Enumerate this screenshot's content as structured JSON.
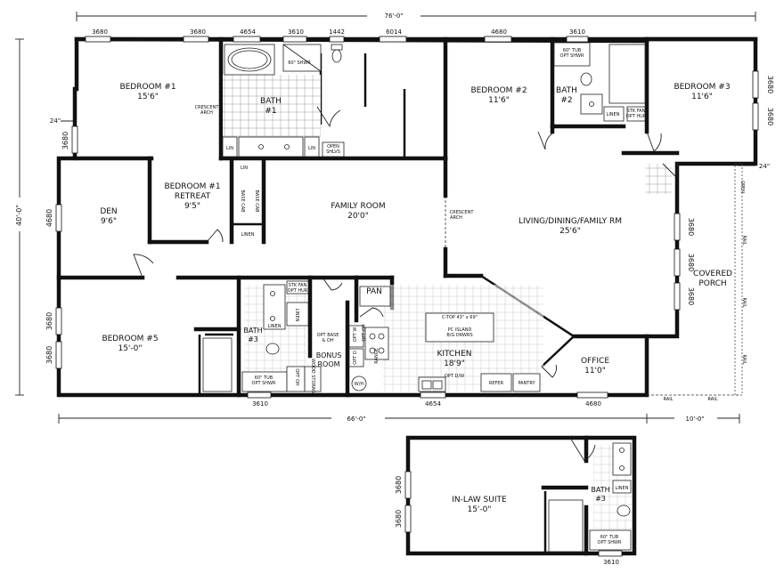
{
  "overall": {
    "width_top": "76'-0\"",
    "width_bottom": "66'-0\"",
    "porch_width": "10'-0\"",
    "depth": "40'-0\"",
    "offset_left": "24\"",
    "offset_right": "24\""
  },
  "windows": {
    "top": [
      "3680",
      "3680",
      "4654",
      "3610",
      "1442",
      "6014",
      "4680",
      "3610"
    ],
    "left": [
      "3680",
      "4680",
      "3680",
      "3680"
    ],
    "right": [
      "3680",
      "3680"
    ],
    "living_right": [
      "3680",
      "3680",
      "3680"
    ],
    "bottom": [
      "3610",
      "4654",
      "4680"
    ],
    "suite_left": [
      "3680",
      "3680"
    ],
    "suite_bottom": "3610"
  },
  "rooms": {
    "bedroom1": {
      "name": "BEDROOM #1",
      "size": "15'6\""
    },
    "bath1": {
      "name": "BATH",
      "num": "#1"
    },
    "bedroom2": {
      "name": "BEDROOM #2",
      "size": "11'6\""
    },
    "bath2": {
      "name": "BATH",
      "num": "#2"
    },
    "bedroom3": {
      "name": "BEDROOM #3",
      "size": "11'6\""
    },
    "den": {
      "name": "DEN",
      "size": "9'6\""
    },
    "retreat": {
      "name1": "BEDROOM #1",
      "name2": "RETREAT",
      "size": "9'5\""
    },
    "family": {
      "name": "FAMILY ROOM",
      "size": "20'0\""
    },
    "living": {
      "name": "LIVING/DINING/FAMILY RM",
      "size": "25'6\""
    },
    "porch": {
      "name1": "COVERED",
      "name2": "PORCH"
    },
    "bedroom5": {
      "name": "BEDROOM #5",
      "size": "15'-0\""
    },
    "bath3": {
      "name": "BATH",
      "num": "#3"
    },
    "bonus": {
      "name1": "BONUS",
      "name2": "ROOM"
    },
    "pan": {
      "name": "PAN"
    },
    "kitchen": {
      "name": "KITCHEN",
      "size": "18'9\""
    },
    "office": {
      "name": "OFFICE",
      "size": "11'0\""
    },
    "suite": {
      "name": "IN-LAW SUITE",
      "size": "15'-0\""
    },
    "suite_bath": {
      "name": "BATH",
      "num": "#3"
    }
  },
  "labels": {
    "crescent_arch_a": "CRESCENT",
    "crescent_arch_b": "ARCH",
    "open_shelves_a": "OPEN",
    "open_shelves_b": "SHLVS",
    "lin": "LIN",
    "linen": "LINEN",
    "tub_60_a": "60\" TUB",
    "tub_60_b": "OPT SHWR",
    "shower_60": "60\" SHWR",
    "fan_a": "STK FAN",
    "fan_b": "OPT HUR",
    "base_cab": "BASE CAB",
    "opt_base_a": "OPT BASE",
    "opt_base_b": "& OH",
    "opt_oh": "OPT OH",
    "opt_w": "OPT W",
    "opt_d": "OPT D",
    "range": "RANGE",
    "refer": "REFER",
    "pantry": "PANTRY",
    "opt_dw": "OPT D/W",
    "wh": "W/H",
    "wood_storage": "WOOD STORAGE",
    "island_a": "C-TOP 43\" x 69\"",
    "island_b": "PC ISLAND",
    "island_c": "B/G DRWRS",
    "open": "OPEN",
    "rail": "RAIL"
  }
}
